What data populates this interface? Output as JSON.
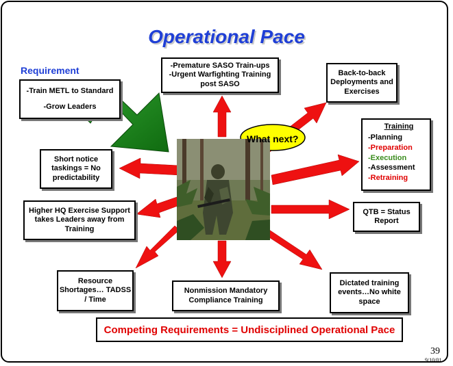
{
  "slide": {
    "title": "Operational Pace",
    "requirement": {
      "label": "Requirement",
      "items": [
        "-Train METL to Standard",
        "-Grow Leaders"
      ]
    },
    "thought_bubble": "What next?",
    "boxes": {
      "saso": [
        "-Premature SASO Train-ups",
        "-Urgent Warfighting Training",
        "post SASO"
      ],
      "back_to_back": "Back-to-back Deployments and Exercises",
      "short_notice": "Short notice taskings = No predictability",
      "higher_hq": "Higher HQ Exercise Support takes Leaders away from Training",
      "resource": "Resource Shortages… TADSS / Time",
      "nonmission": "Nonmission Mandatory Compliance Training",
      "dictated": "Dictated training events…No white space",
      "qtb": "QTB = Status Report",
      "training": {
        "header": "Training",
        "items": [
          "-Planning",
          "-Preparation",
          "-Execution",
          "-Assessment",
          "-Retraining"
        ]
      }
    },
    "bottom_banner": "Competing Requirements = Undisciplined Operational Pace",
    "page_number": "39",
    "date": "9/10/01"
  },
  "colors": {
    "title": "#1f3fd6",
    "arrow_red": "#ee1111",
    "arrow_green": "#1e8a1e",
    "training_red": "#e00000",
    "training_green": "#3a8c1e",
    "banner_text": "#e00000"
  }
}
